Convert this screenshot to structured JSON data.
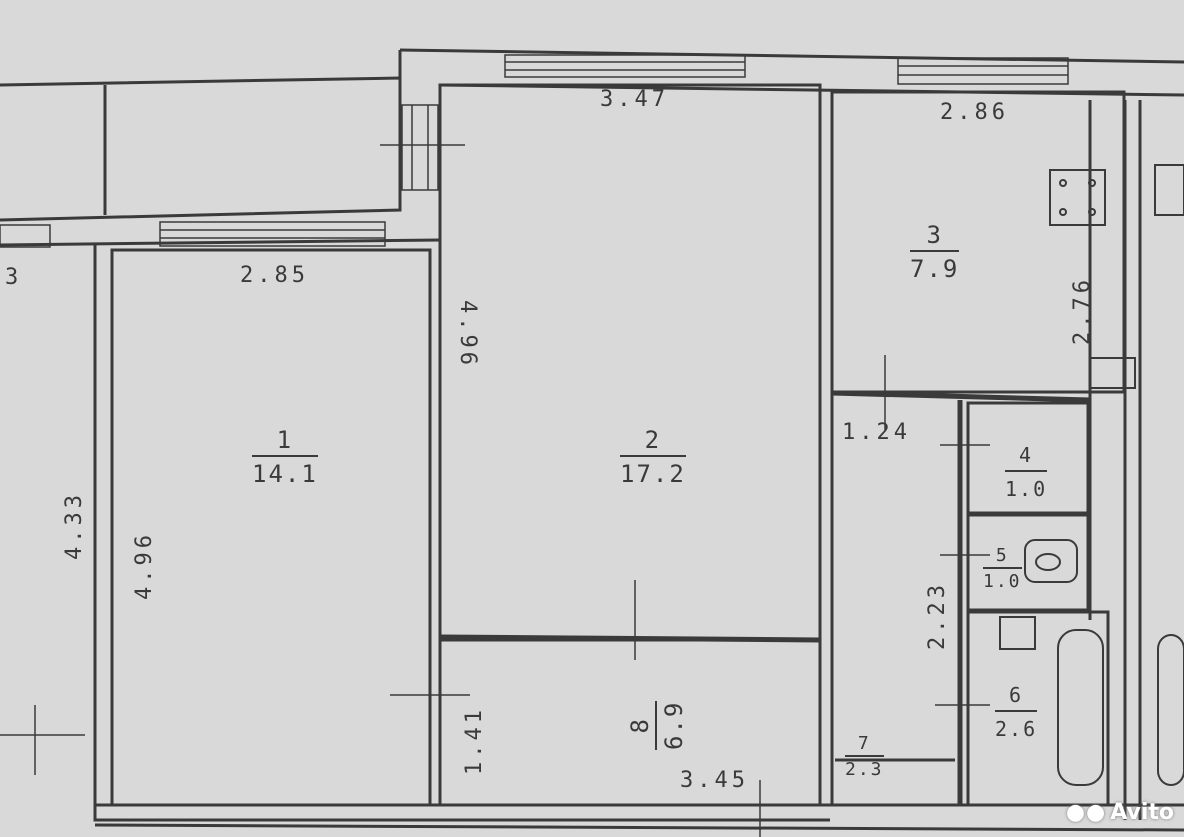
{
  "rooms": [
    {
      "number": "1",
      "area": "14.1"
    },
    {
      "number": "2",
      "area": "17.2"
    },
    {
      "number": "3",
      "area": "7.9"
    },
    {
      "number": "4",
      "area": "1.0"
    },
    {
      "number": "5",
      "area": "1.0"
    },
    {
      "number": "6",
      "area": "2.6"
    },
    {
      "number": "7",
      "area": "2.3"
    },
    {
      "number": "8",
      "area": "6.9"
    }
  ],
  "dimensions": {
    "room2_top": "3.47",
    "room3_top": "2.86",
    "room1_top": "2.85",
    "room1_side": "4.96",
    "room2_side": "4.96",
    "left_outer": "4.33",
    "left_edge": "3",
    "room3_side": "2.76",
    "corridor": "1.24",
    "corridor_side": "2.23",
    "room8_side": "1.41",
    "bottom": "3.45"
  },
  "watermark": {
    "text": "Avito"
  },
  "colors": {
    "paper": "#d9d9d9",
    "ink": "#3a3a3a"
  }
}
